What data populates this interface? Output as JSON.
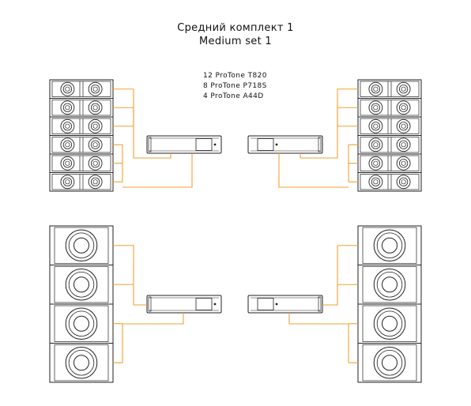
{
  "title": {
    "ru": "Средний комплект 1",
    "en": "Medium set 1"
  },
  "legend": [
    "12 ProTone T820",
    "8 ProTone P718S",
    "4 ProTone A44D"
  ],
  "colors": {
    "cable": "#f0a030",
    "outline": "#222222"
  },
  "diagram": {
    "top_groups": 2,
    "satellites_per_group": 6,
    "bottom_groups": 2,
    "subwoofers_per_group": 4,
    "amplifiers": 4
  }
}
